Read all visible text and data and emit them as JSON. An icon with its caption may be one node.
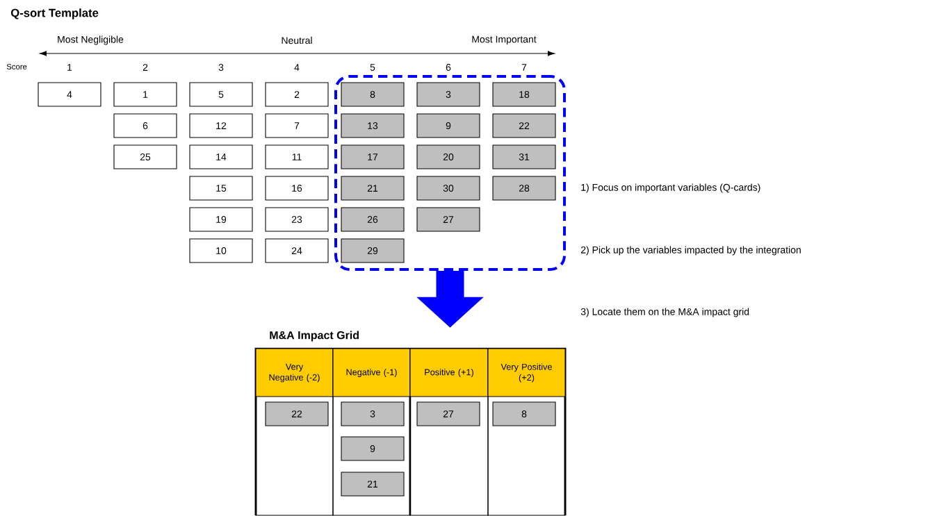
{
  "diagram": {
    "title": "Q-sort Template",
    "nodes": [
      {
        "text": [
          "4"
        ]
      },
      {
        "text": [
          "1"
        ]
      },
      {
        "text": [
          "6"
        ]
      },
      {
        "text": [
          "25"
        ]
      },
      {
        "text": [
          "5"
        ]
      },
      {
        "text": [
          "12"
        ]
      },
      {
        "text": [
          "14"
        ]
      },
      {
        "text": [
          "15"
        ]
      },
      {
        "text": [
          "19"
        ]
      },
      {
        "text": [
          "10"
        ]
      },
      {
        "text": [
          "2"
        ]
      },
      {
        "text": [
          "7"
        ]
      },
      {
        "text": [
          "11"
        ]
      },
      {
        "text": [
          "16"
        ]
      },
      {
        "text": [
          "23"
        ]
      },
      {
        "text": [
          "24"
        ]
      },
      {
        "text": [],
        "shape": "box"
      },
      {
        "text": [
          "8"
        ],
        "in": 16
      },
      {
        "text": [
          "13"
        ],
        "in": 16
      },
      {
        "text": [
          "17"
        ],
        "in": 16
      },
      {
        "text": [
          "21"
        ],
        "in": 16
      },
      {
        "text": [
          "26"
        ],
        "in": 16
      },
      {
        "text": [
          "29"
        ],
        "in": 16
      },
      {
        "text": [
          "3"
        ],
        "in": 16
      },
      {
        "text": [
          "9"
        ],
        "in": 16
      },
      {
        "text": [
          "20"
        ],
        "in": 16
      },
      {
        "text": [
          "30"
        ],
        "in": 16
      },
      {
        "text": [
          "27"
        ],
        "in": 16
      },
      {
        "text": [
          "18"
        ],
        "in": 16
      },
      {
        "text": [
          "22"
        ],
        "in": 16
      },
      {
        "text": [
          "31"
        ],
        "in": 16
      },
      {
        "text": [
          "28"
        ],
        "in": 16
      },
      {
        "text": [
          "M&A Impact Grid"
        ]
      },
      {
        "text": [
          "Very Negative (-2)"
        ],
        "in": 32
      },
      {
        "text": [
          "Negative (-1)"
        ],
        "in": 32
      },
      {
        "text": [
          "Positive (+1)"
        ],
        "in": 32
      },
      {
        "text": [
          "Very Positive (+2)"
        ],
        "in": 32
      },
      {
        "text": [
          "22"
        ],
        "in": 33
      },
      {
        "text": [
          "3"
        ],
        "in": 34
      },
      {
        "text": [
          "9"
        ],
        "in": 34
      },
      {
        "text": [
          "21"
        ],
        "in": 34
      },
      {
        "text": [
          "27"
        ],
        "in": 35
      },
      {
        "text": [
          "8"
        ],
        "in": 36
      }
    ],
    "edges": [
      {
        "from": 16,
        "to": 32,
        "arrow": "to",
        "color": "#0000ff"
      }
    ],
    "labels": [
      "Most Negligible",
      "Neutral",
      "Most Important",
      "Score",
      "1",
      "2",
      "3",
      "4",
      "5",
      "6",
      "7",
      "1) Focus on important variables (Q-cards)",
      "2) Pick up the variables impacted by the integration",
      "3) Locate them on the M&A impact grid"
    ]
  }
}
